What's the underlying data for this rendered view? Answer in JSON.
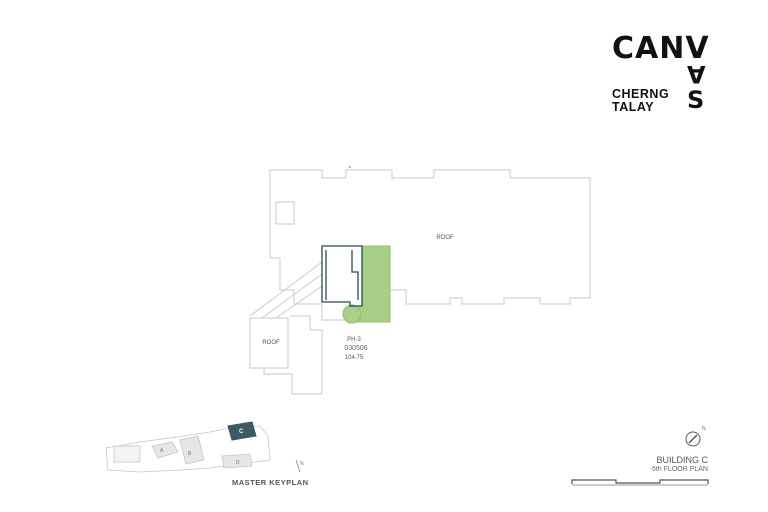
{
  "logo": {
    "word_top": "CANV",
    "word_side_1": "A",
    "word_side_2": "S",
    "line1": "CHERNG",
    "line2": "TALAY"
  },
  "plan": {
    "main_roof_label": "ROOF",
    "side_roof_label": "ROOF",
    "unit": {
      "type": "PH-3",
      "code": "030506",
      "area": "104.75"
    },
    "highlight_color": "#a7cf87",
    "outline_color": "#2f4a50"
  },
  "keyplan": {
    "label": "MASTER KEYPLAN",
    "blocks": [
      "A",
      "B",
      "C",
      "D"
    ],
    "north": "N",
    "highlight_color": "#3f5963"
  },
  "footer": {
    "building": "BUILDING C",
    "floor": "6th FLOOR PLAN",
    "north": "N"
  }
}
